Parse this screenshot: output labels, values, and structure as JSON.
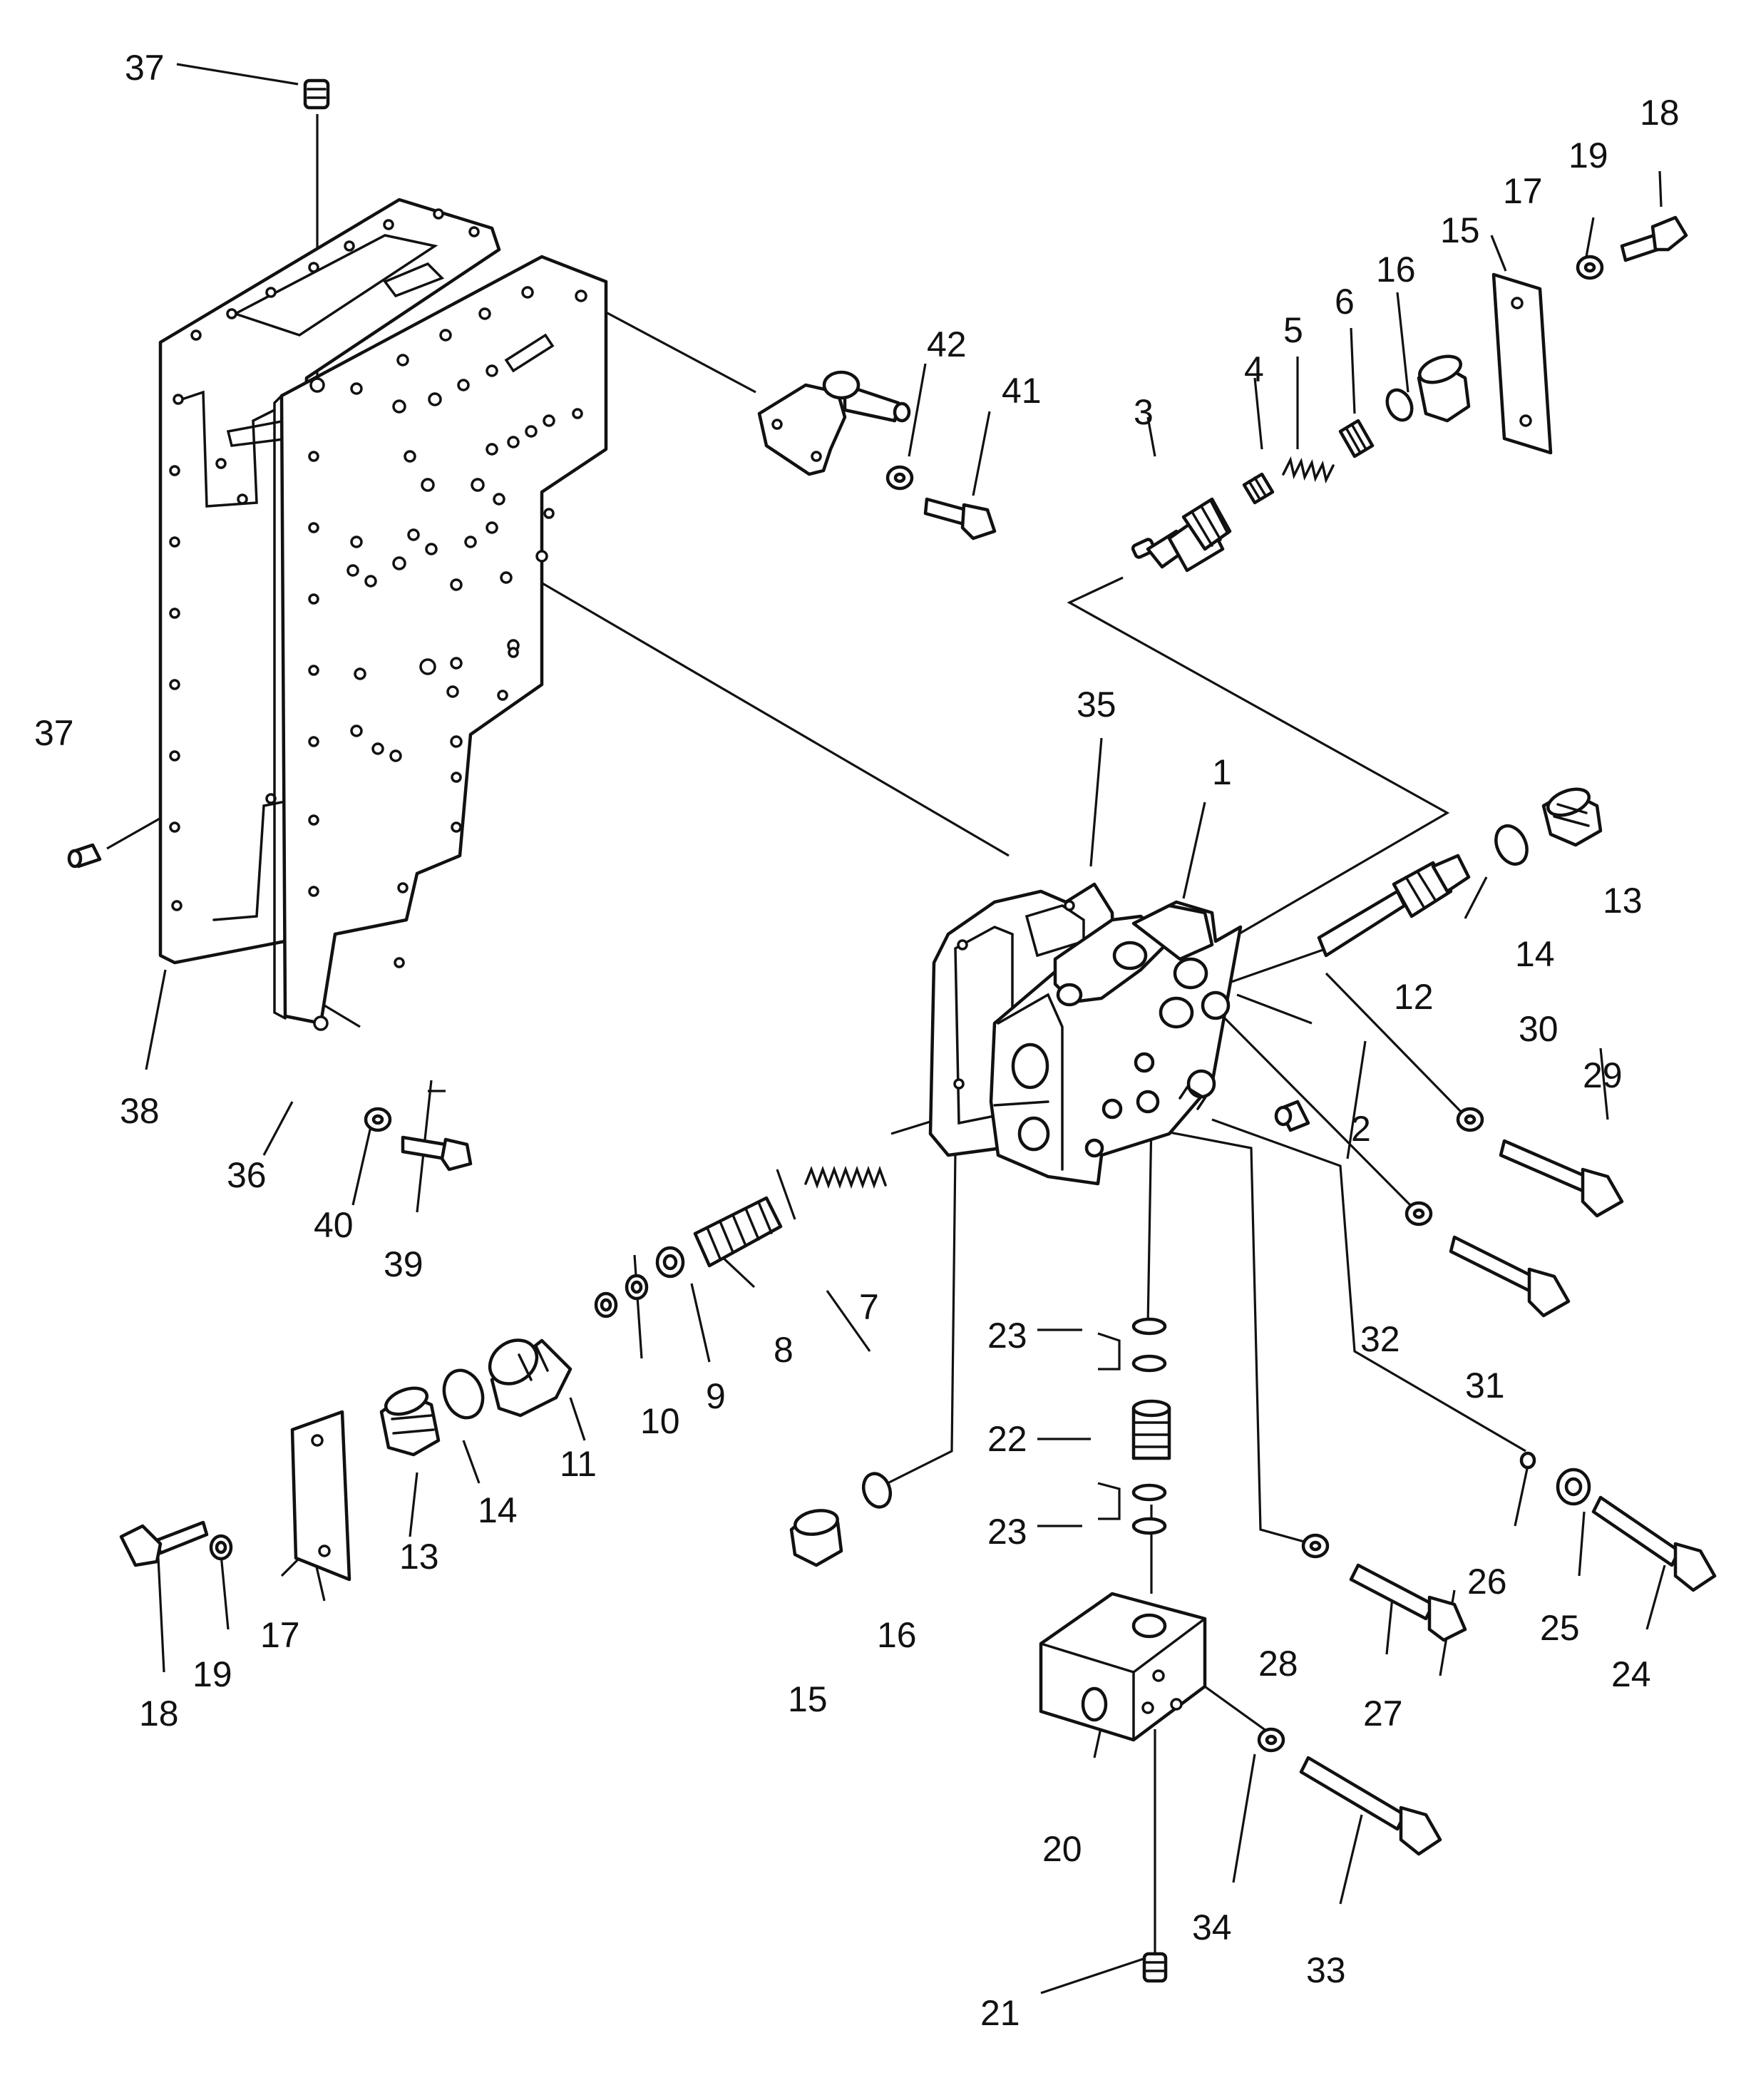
{
  "callouts": {
    "c37a": "37",
    "c37b": "37",
    "c38": "38",
    "c36": "36",
    "c40": "40",
    "c39": "39",
    "c42": "42",
    "c41": "41",
    "c3": "3",
    "c4": "4",
    "c5": "5",
    "c6": "6",
    "c16a": "16",
    "c15a": "15",
    "c17a": "17",
    "c19a": "19",
    "c18a": "18",
    "c35": "35",
    "c1": "1",
    "c13a": "13",
    "c14a": "14",
    "c12": "12",
    "c30": "30",
    "c29": "29",
    "c2": "2",
    "c7": "7",
    "c8": "8",
    "c9": "9",
    "c10": "10",
    "c11": "11",
    "c14b": "14",
    "c13b": "13",
    "c17b": "17",
    "c19b": "19",
    "c18b": "18",
    "c32": "32",
    "c31": "31",
    "c23a": "23",
    "c22": "22",
    "c23b": "23",
    "c16b": "16",
    "c15b": "15",
    "c26": "26",
    "c25": "25",
    "c24": "24",
    "c28": "28",
    "c27": "27",
    "c20": "20",
    "c34": "34",
    "c33": "33",
    "c21": "21"
  }
}
